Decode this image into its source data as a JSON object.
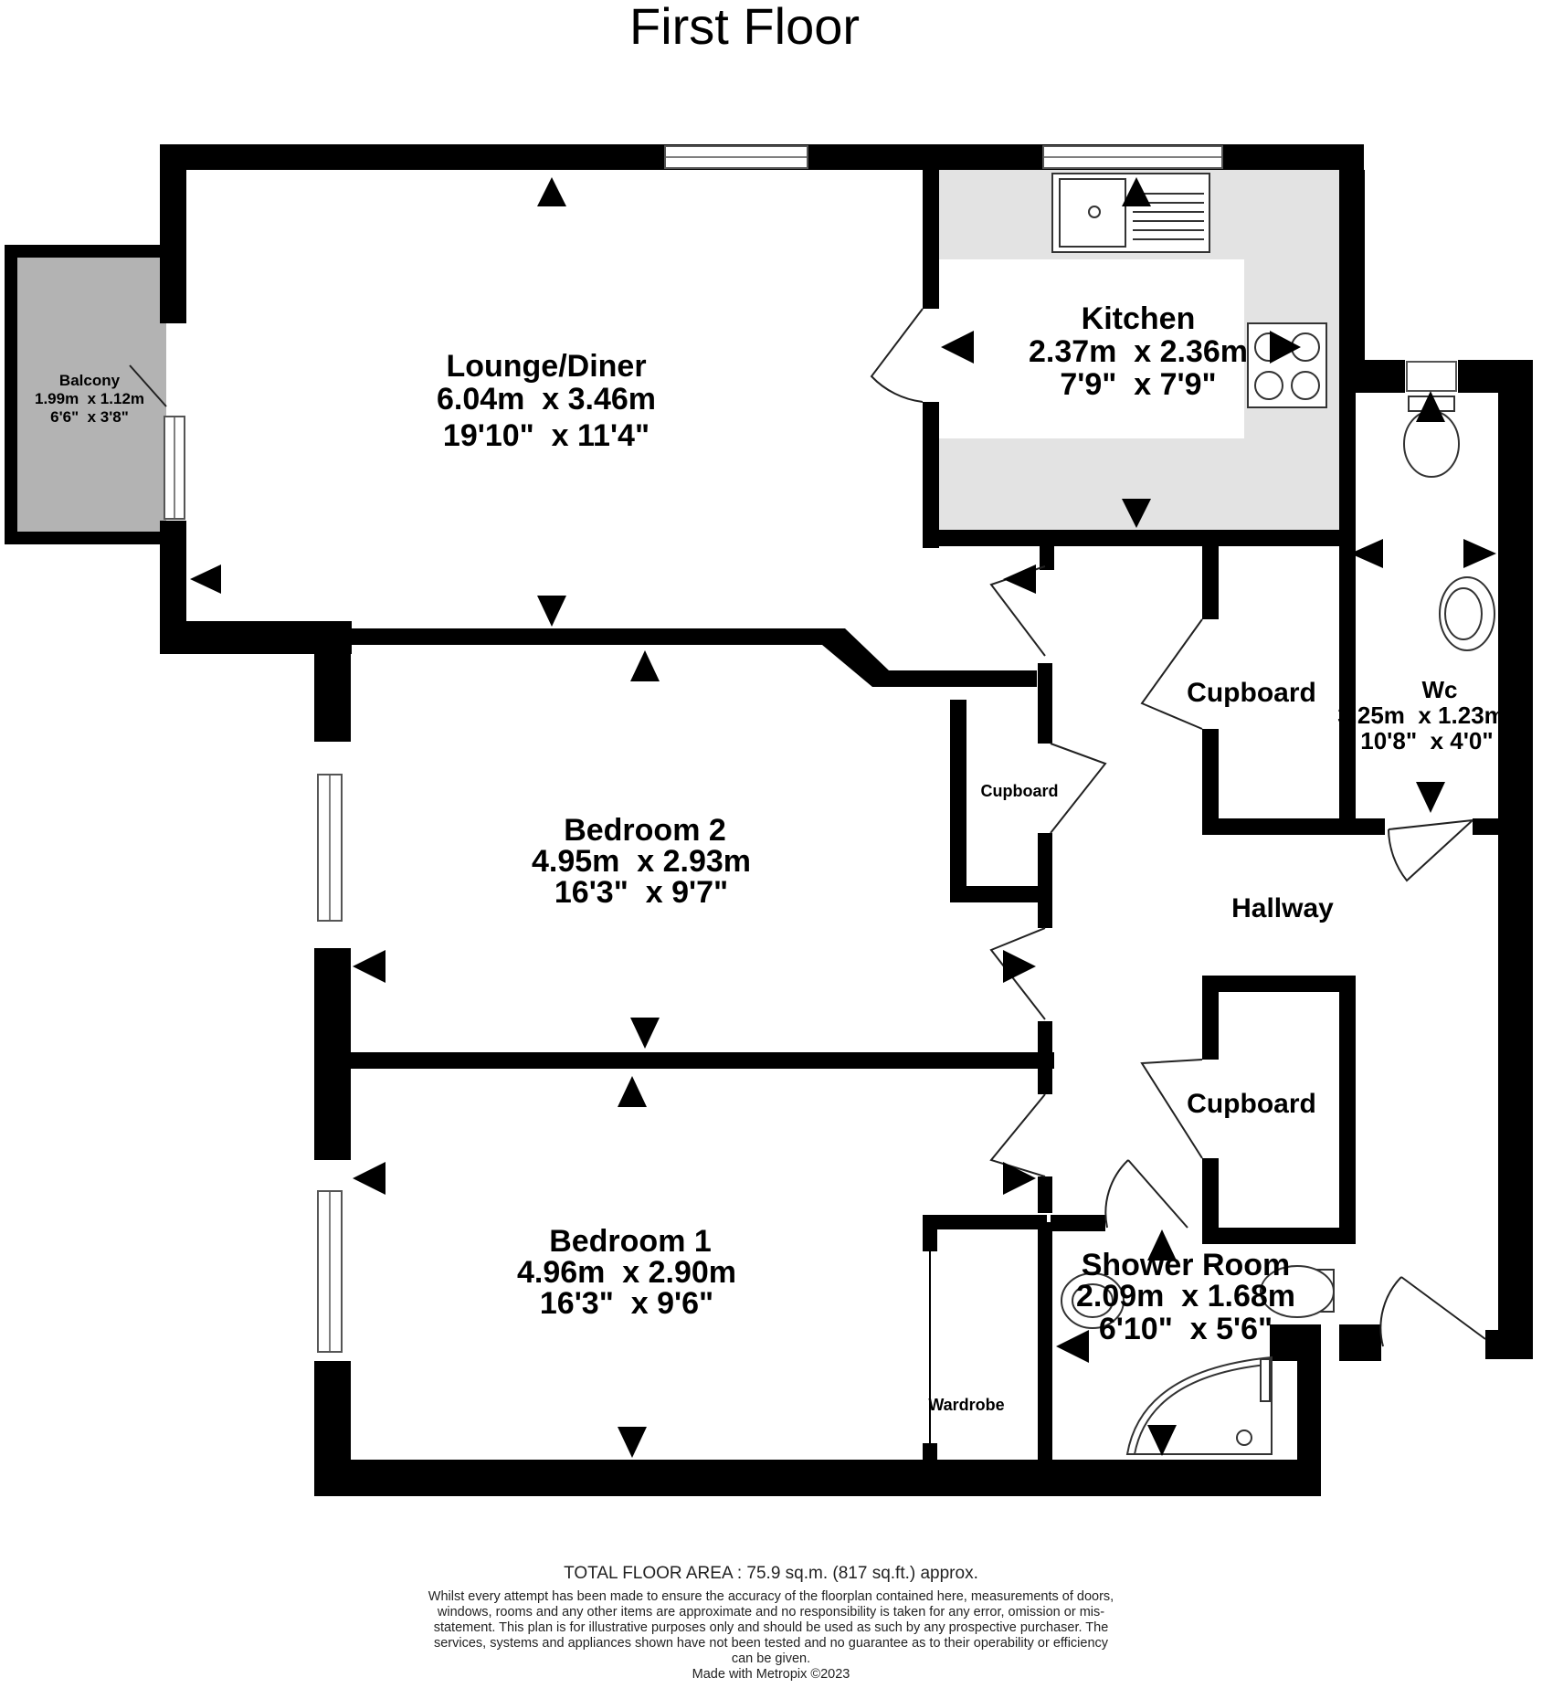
{
  "floor_title": "First Floor",
  "rooms": {
    "lounge": {
      "name": "Lounge/Diner",
      "metric": "6.04m  x 3.46m",
      "imperial": "19'10\"  x 11'4\""
    },
    "kitchen": {
      "name": "Kitchen",
      "metric": "2.37m  x 2.36m",
      "imperial": "7'9\"  x 7'9\""
    },
    "balcony": {
      "name": "Balcony",
      "metric": "1.99m  x 1.12m",
      "imperial": "6'6\"  x 3'8\""
    },
    "bedroom2": {
      "name": "Bedroom 2",
      "metric": "4.95m  x 2.93m",
      "imperial": "16'3\"  x 9'7\""
    },
    "bedroom1": {
      "name": "Bedroom 1",
      "metric": "4.96m  x 2.90m",
      "imperial": "16'3\"  x 9'6\""
    },
    "wc": {
      "name": "Wc",
      "metric": "3.25m  x 1.23m",
      "imperial": "10'8\"  x 4'0\""
    },
    "shower": {
      "name": "Shower Room",
      "metric": "2.09m  x 1.68m",
      "imperial": "6'10\"  x 5'6\""
    },
    "hallway": {
      "name": "Hallway"
    },
    "cupboard_upper": {
      "name": "Cupboard"
    },
    "cupboard_lower": {
      "name": "Cupboard"
    },
    "cupboard_small": {
      "name": "Cupboard"
    },
    "wardrobe": {
      "name": "Wardrobe"
    }
  },
  "footer": {
    "total_area": "TOTAL FLOOR AREA : 75.9 sq.m. (817 sq.ft.) approx.",
    "disclaimer": "Whilst every attempt has been made to ensure the accuracy of the floorplan contained here, measurements of doors, windows, rooms and any other items are approximate and no responsibility is taken for any error, omission or mis-statement. This plan is for illustrative purposes only and should be used as such by any prospective purchaser. The services, systems and appliances shown have not been tested and no guarantee as to their operability or efficiency can be given.",
    "made_with": "Made with Metropix ©2023"
  },
  "colors": {
    "wall": "#000000",
    "kitchen_floor": "#e3e3e3",
    "balcony_floor": "#b3b3b3",
    "background": "#ffffff"
  }
}
